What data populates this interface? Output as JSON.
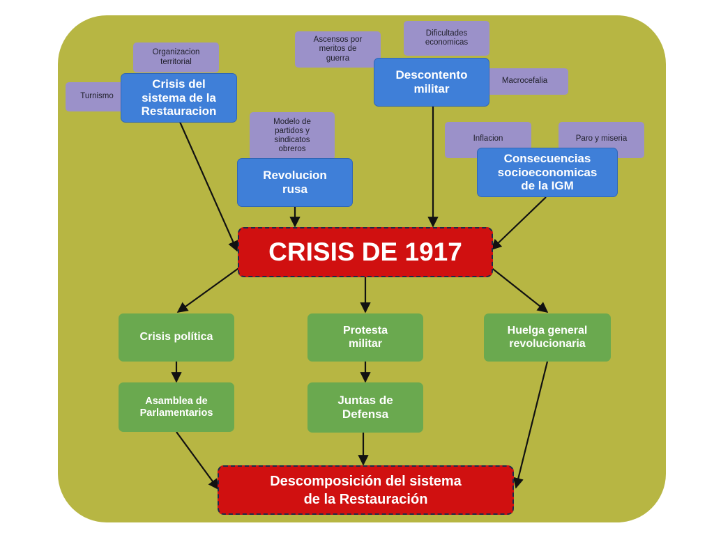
{
  "colors": {
    "panel": "#b7b643",
    "purple_node": "#9b91c9",
    "blue_node": "#3f7fd8",
    "green_node": "#6aa94f",
    "red_node": "#d01010",
    "arrow": "#111111"
  },
  "causes": {
    "crisis_sistema": "Crisis del\nsistema de la\nRestauracion",
    "revolucion_rusa": "Revolucion\nrusa",
    "descontento_militar": "Descontento\nmilitar",
    "consecuencias_igm": "Consecuencias\nsocioeconomicas\nde la IGM"
  },
  "factors": {
    "organizacion_territorial": "Organizacion\nterritorial",
    "turismo": "Turnismo",
    "modelo_partidos": "Modelo de\npartidos y\nsindicatos\nobreros",
    "ascensos": "Ascensos por\nmeritos de\nguerra",
    "dificultades": "Dificultades\neconomicas",
    "macrocefalia": "Macrocefalia",
    "inflacion": "Inflacion",
    "paro": "Paro y miseria"
  },
  "center": {
    "title": "CRISIS DE 1917"
  },
  "effects": {
    "crisis_politica": "Crisis política",
    "protesta_militar": "Protesta\nmilitar",
    "huelga_general": "Huelga general\nrevolucionaria",
    "asamblea": "Asamblea de\nParlamentarios",
    "juntas": "Juntas de\nDefensa"
  },
  "outcome": {
    "title": "Descomposición del sistema\nde la Restauración"
  }
}
